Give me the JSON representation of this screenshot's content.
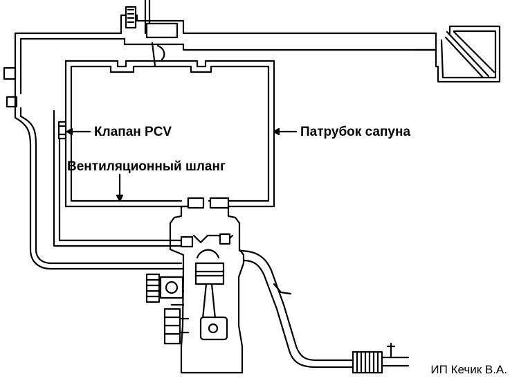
{
  "labels": {
    "pcv_valve": "Клапан PCV",
    "breather_pipe": "Патрубок сапуна",
    "ventilation_hose": "Вентиляционный шланг"
  },
  "credit": "ИП Кечик В.А.",
  "colors": {
    "line": "#000000",
    "background": "#ffffff"
  }
}
